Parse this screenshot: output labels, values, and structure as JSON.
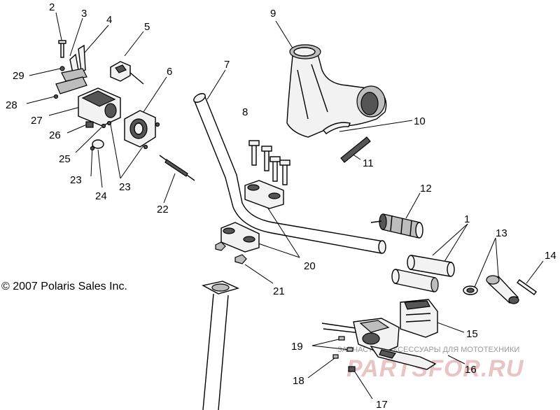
{
  "copyright": "© 2007 Polaris Sales Inc.",
  "watermark": {
    "caption": "ЗАПЧАСТИ И АКСЕССУАРЫ ДЛЯ МОТОТЕХНИКИ",
    "brand": "PARTSFOR.RU"
  },
  "callouts": {
    "c1": "1",
    "c2": "2",
    "c3": "3",
    "c4": "4",
    "c5": "5",
    "c6": "6",
    "c7": "7",
    "c8": "8",
    "c9": "9",
    "c10": "10",
    "c11": "11",
    "c12": "12",
    "c13": "13",
    "c14": "14",
    "c15": "15",
    "c16": "16",
    "c17": "17",
    "c18": "18",
    "c19": "19",
    "c20": "20",
    "c21": "21",
    "c22": "22",
    "c23a": "23",
    "c23b": "23",
    "c24": "24",
    "c25": "25",
    "c26": "26",
    "c27": "27",
    "c28": "28",
    "c29": "29"
  }
}
